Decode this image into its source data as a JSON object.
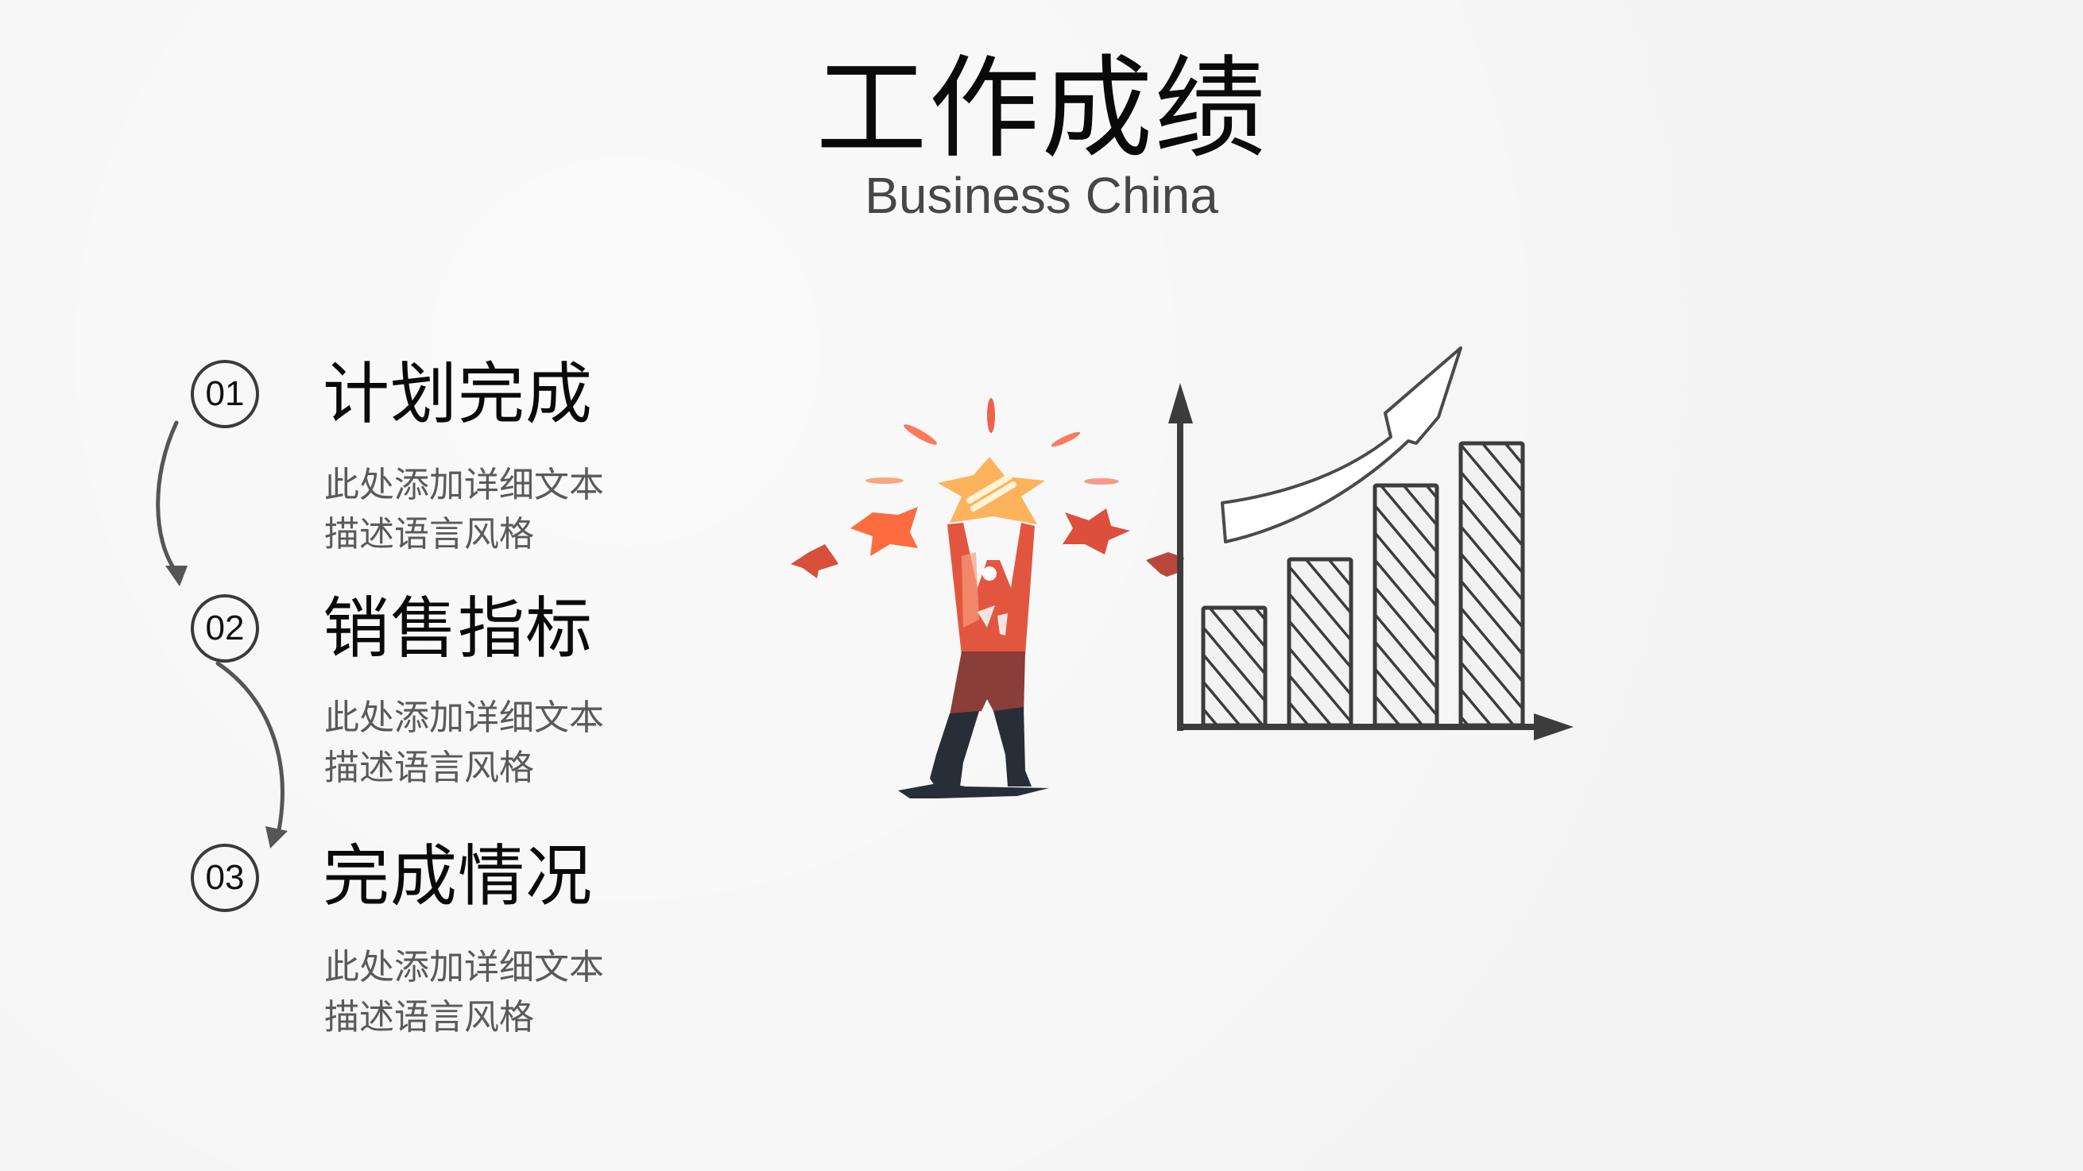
{
  "header": {
    "title": "工作成绩",
    "subtitle": "Business China"
  },
  "steps": [
    {
      "number": "01",
      "title": "计划完成",
      "desc_line1": "此处添加详细文本",
      "desc_line2": "描述语言风格"
    },
    {
      "number": "02",
      "title": "销售指标",
      "desc_line1": "此处添加详细文本",
      "desc_line2": "描述语言风格"
    },
    {
      "number": "03",
      "title": "完成情况",
      "desc_line1": "此处添加详细文本",
      "desc_line2": "描述语言风格"
    }
  ],
  "illustration": {
    "figure": "person-holding-star-icon",
    "chart": "rising-bar-chart-icon",
    "colors": {
      "star": "#fdb35c",
      "burst_orange": "#fd6c3f",
      "burst_red": "#d84f3a",
      "torso": "#e25640",
      "shorts": "#8a3d39",
      "legs": "#282e38",
      "sketch": "#3c3c3c"
    },
    "bar_heights_relative": [
      0.37,
      0.5,
      0.7,
      0.82
    ]
  },
  "colors": {
    "background": "#f4f4f4",
    "title": "#0a0a0a",
    "subtitle": "#474747",
    "desc": "#5a5a5a"
  }
}
